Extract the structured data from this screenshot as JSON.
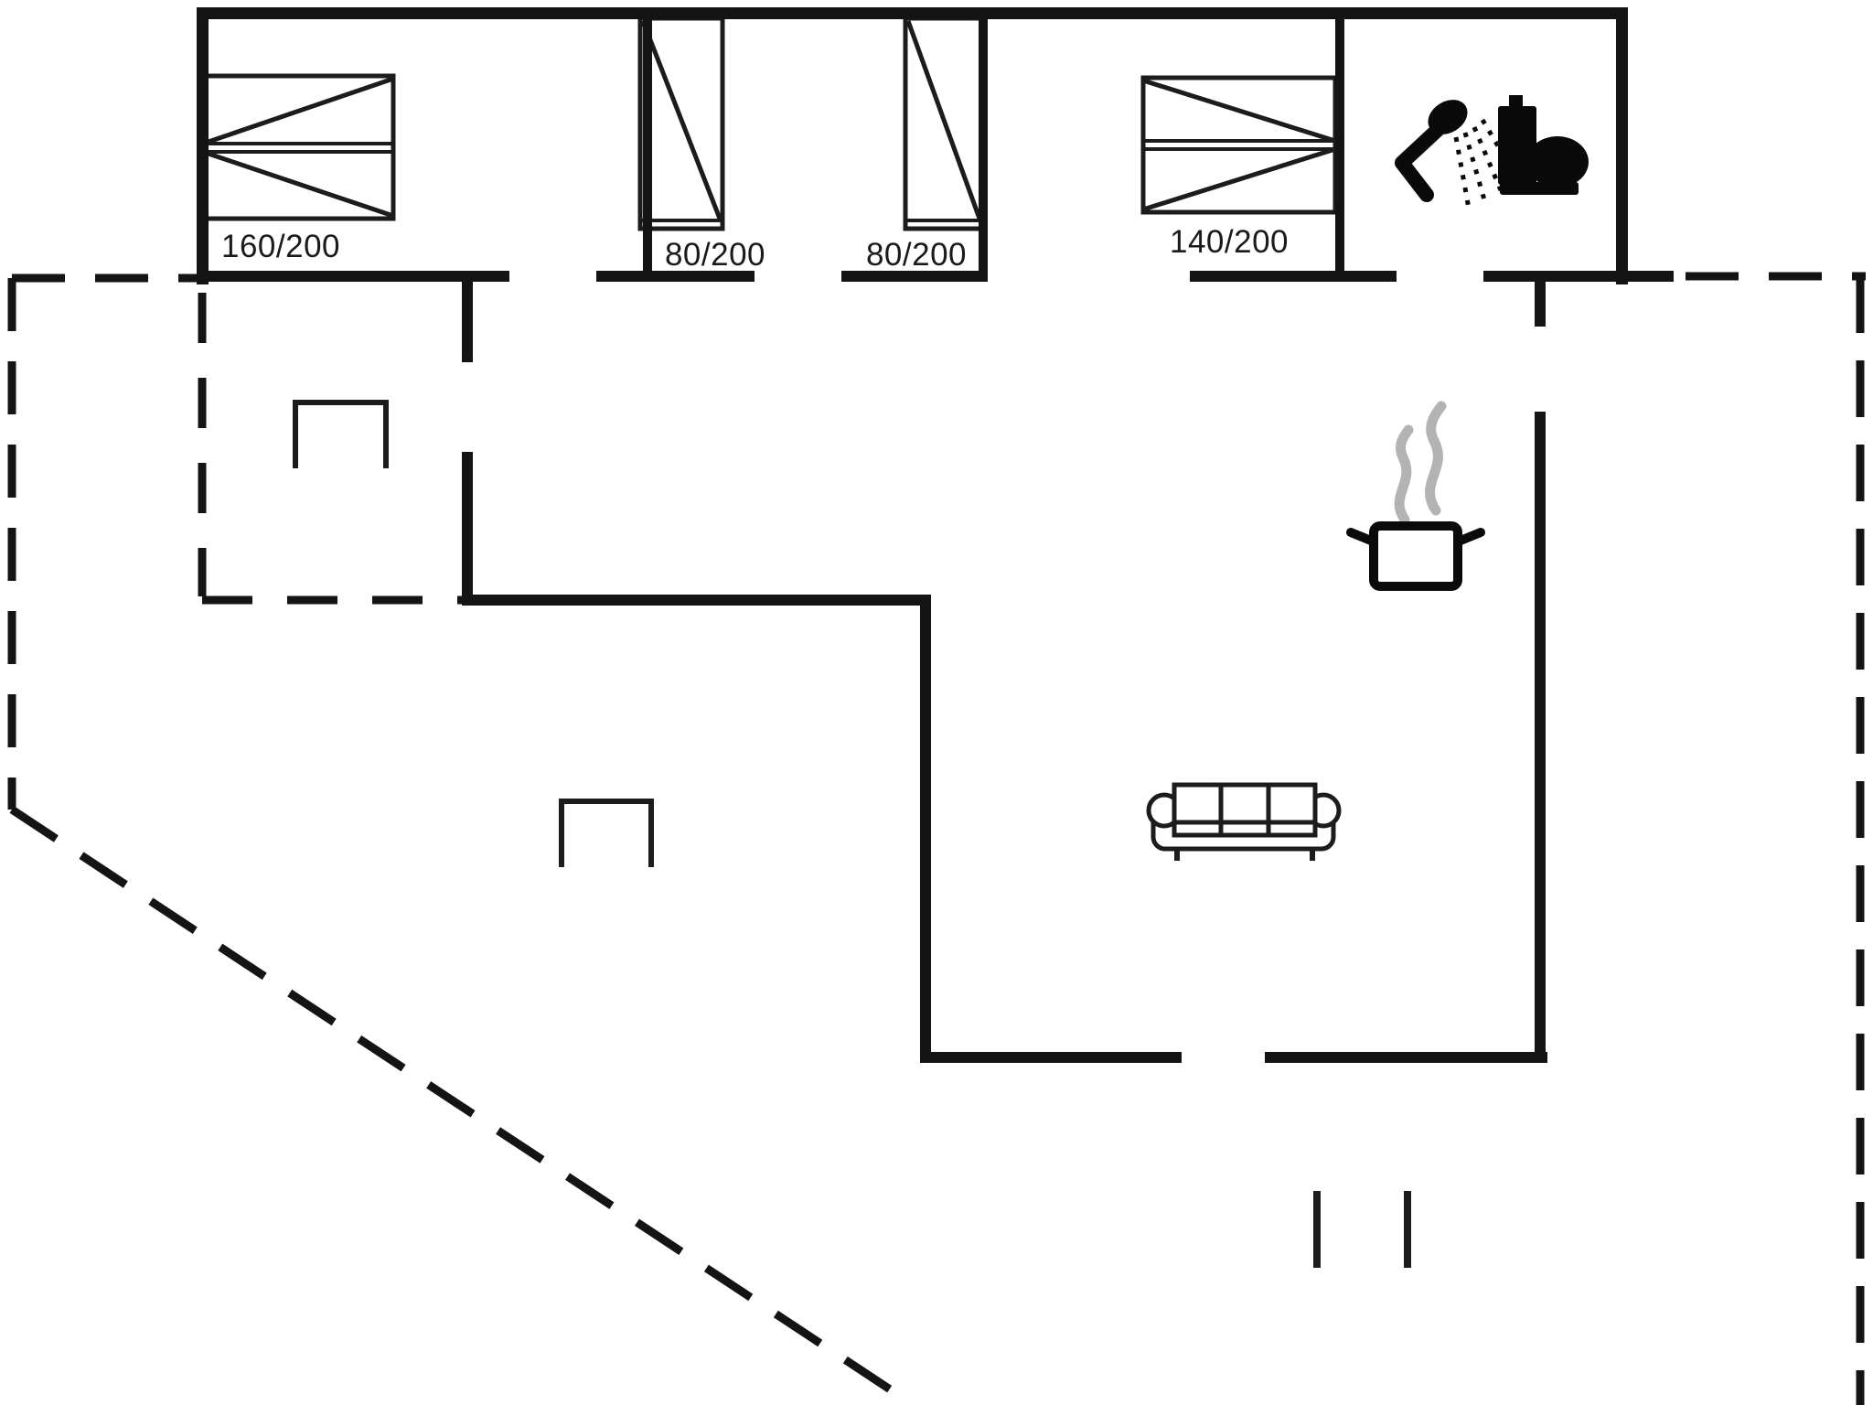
{
  "document": {
    "type": "floor-plan",
    "background": "#ffffff"
  },
  "colors": {
    "wall": "#141414",
    "furniture_outline": "#1c1c1c",
    "steam_gray": "#b3b3b3",
    "label_text": "#1a1a1a"
  },
  "beds": [
    {
      "name": "double-bed",
      "size_label": "160/200"
    },
    {
      "name": "single-bed",
      "size_label": "80/200"
    },
    {
      "name": "single-bed",
      "size_label": "80/200"
    },
    {
      "name": "double-bed",
      "size_label": "140/200"
    }
  ],
  "icons": [
    {
      "name": "shower-icon"
    },
    {
      "name": "toilet-icon"
    },
    {
      "name": "cooking-pot-icon"
    },
    {
      "name": "steam-icon"
    },
    {
      "name": "sofa-symbol"
    }
  ]
}
